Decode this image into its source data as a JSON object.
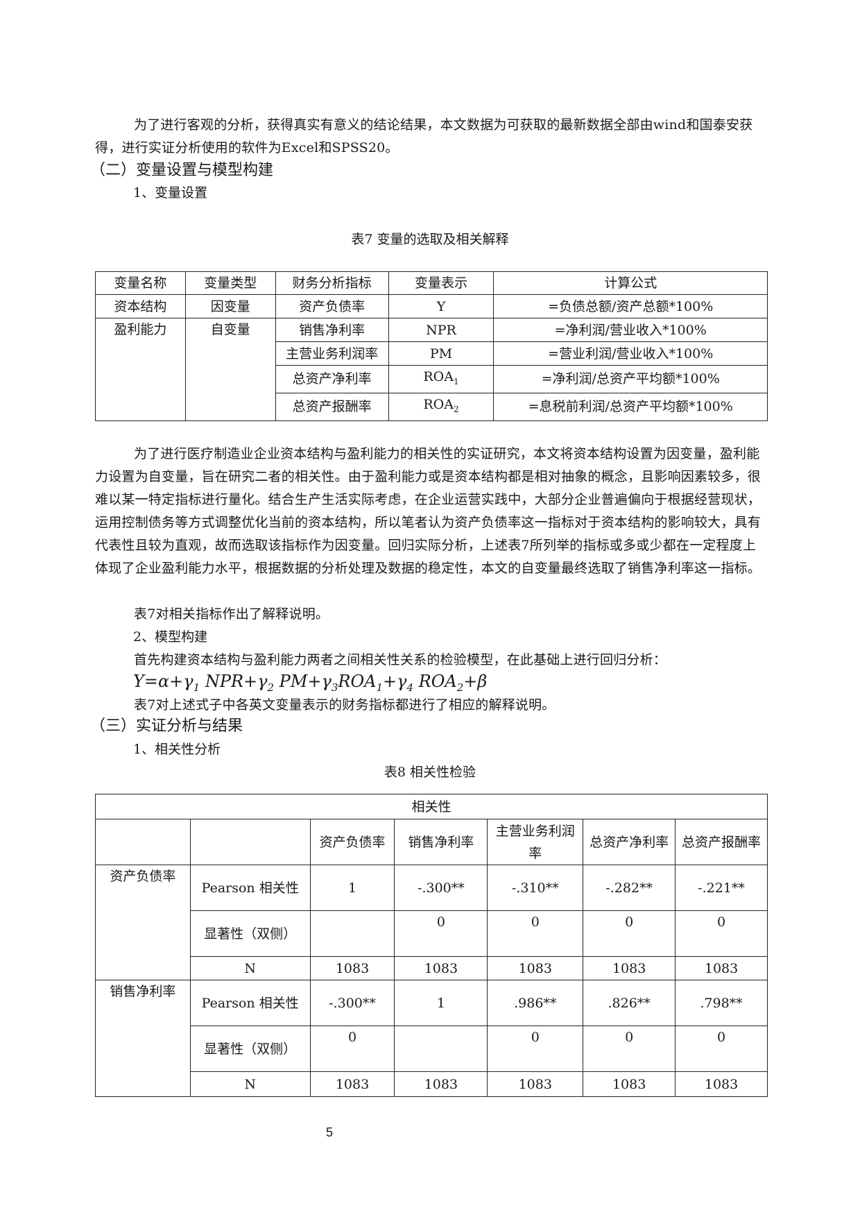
{
  "intro_paragraph": "为了进行客观的分析，获得真实有意义的结论结果，本文数据为可获取的最新数据全部由wind和国泰安获得，进行实证分析使用的软件为Excel和SPSS20。",
  "section2_heading": "（二）变量设置与模型构建",
  "sub1_heading": "1、变量设置",
  "table7": {
    "caption": "表7 变量的选取及相关解释",
    "headers": [
      "变量名称",
      "变量类型",
      "财务分析指标",
      "变量表示",
      "计算公式"
    ],
    "rows": [
      {
        "name": "资本结构",
        "type": "因变量",
        "indicator": "资产负债率",
        "symbol": "Y",
        "formula": "=负债总额/资产总额*100%"
      },
      {
        "name": "盈利能力",
        "type": "自变量",
        "indicator": "销售净利率",
        "symbol": "NPR",
        "formula": "=净利润/营业收入*100%"
      },
      {
        "name": "",
        "type": "",
        "indicator": "主营业务利润率",
        "symbol": "PM",
        "formula": "=营业利润/营业收入*100%"
      },
      {
        "name": "",
        "type": "",
        "indicator": "总资产净利率",
        "symbol": "ROA",
        "symbol_sub": "1",
        "formula": "=净利润/总资产平均额*100%"
      },
      {
        "name": "",
        "type": "",
        "indicator": "总资产报酬率",
        "symbol": "ROA",
        "symbol_sub": "2",
        "formula": "=息税前利润/总资产平均额*100%"
      }
    ]
  },
  "body_paragraph": "为了进行医疗制造业企业资本结构与盈利能力的相关性的实证研究，本文将资本结构设置为因变量，盈利能力设置为自变量，旨在研究二者的相关性。由于盈利能力或是资本结构都是相对抽象的概念，且影响因素较多，很难以某一特定指标进行量化。结合生产生活实际考虑，在企业运营实践中，大部分企业普遍偏向于根据经营现状，运用控制债务等方式调整优化当前的资本结构，所以笔者认为资产负债率这一指标对于资本结构的影响较大，具有代表性且较为直观，故而选取该指标作为因变量。回归实际分析，上述表7所列举的指标或多或少都在一定程度上体现了企业盈利能力水平，根据数据的分析处理及数据的稳定性，本文的自变量最终选取了销售净利率这一指标。",
  "table7_note": "表7对相关指标作出了解释说明。",
  "sub2_heading": "2、模型构建",
  "model_intro": "首先构建资本结构与盈利能力两者之间相关性关系的检验模型，在此基础上进行回归分析：",
  "formula": {
    "Y": "Y",
    "eq": "=",
    "alpha": "α",
    "plus": "+",
    "gamma": "γ",
    "beta": "β",
    "terms": [
      {
        "sub": "1",
        "var": "NPR"
      },
      {
        "sub": "2",
        "var": "PM"
      },
      {
        "sub": "3",
        "var": "ROA",
        "var_sub": "1"
      },
      {
        "sub": "4",
        "var": "ROA",
        "var_sub": "2"
      }
    ]
  },
  "formula_note": "表7对上述式子中各英文变量表示的财务指标都进行了相应的解释说明。",
  "section3_heading": "（三）实证分析与结果",
  "sub3_heading": "1、相关性分析",
  "table8": {
    "caption": "表8 相关性检验",
    "title": "相关性",
    "col_headers": [
      "资产负债率",
      "销售净利率",
      "主营业务利润率",
      "总资产净利率",
      "总资产报酬率"
    ],
    "groups": [
      {
        "label": "资产负债率",
        "pearson_label": "Pearson 相关性",
        "pearson": [
          "1",
          "-.300**",
          "-.310**",
          "-.282**",
          "-.221**"
        ],
        "sig_label": "显著性（双侧）",
        "sig": [
          "",
          "0",
          "0",
          "0",
          "0"
        ],
        "n_label": "N",
        "n": [
          "1083",
          "1083",
          "1083",
          "1083",
          "1083"
        ]
      },
      {
        "label": "销售净利率",
        "pearson_label": "Pearson 相关性",
        "pearson": [
          "-.300**",
          "1",
          ".986**",
          ".826**",
          ".798**"
        ],
        "sig_label": "显著性（双侧）",
        "sig": [
          "0",
          "",
          "0",
          "0",
          "0"
        ],
        "n_label": "N",
        "n": [
          "1083",
          "1083",
          "1083",
          "1083",
          "1083"
        ]
      }
    ]
  },
  "page_number": "5"
}
